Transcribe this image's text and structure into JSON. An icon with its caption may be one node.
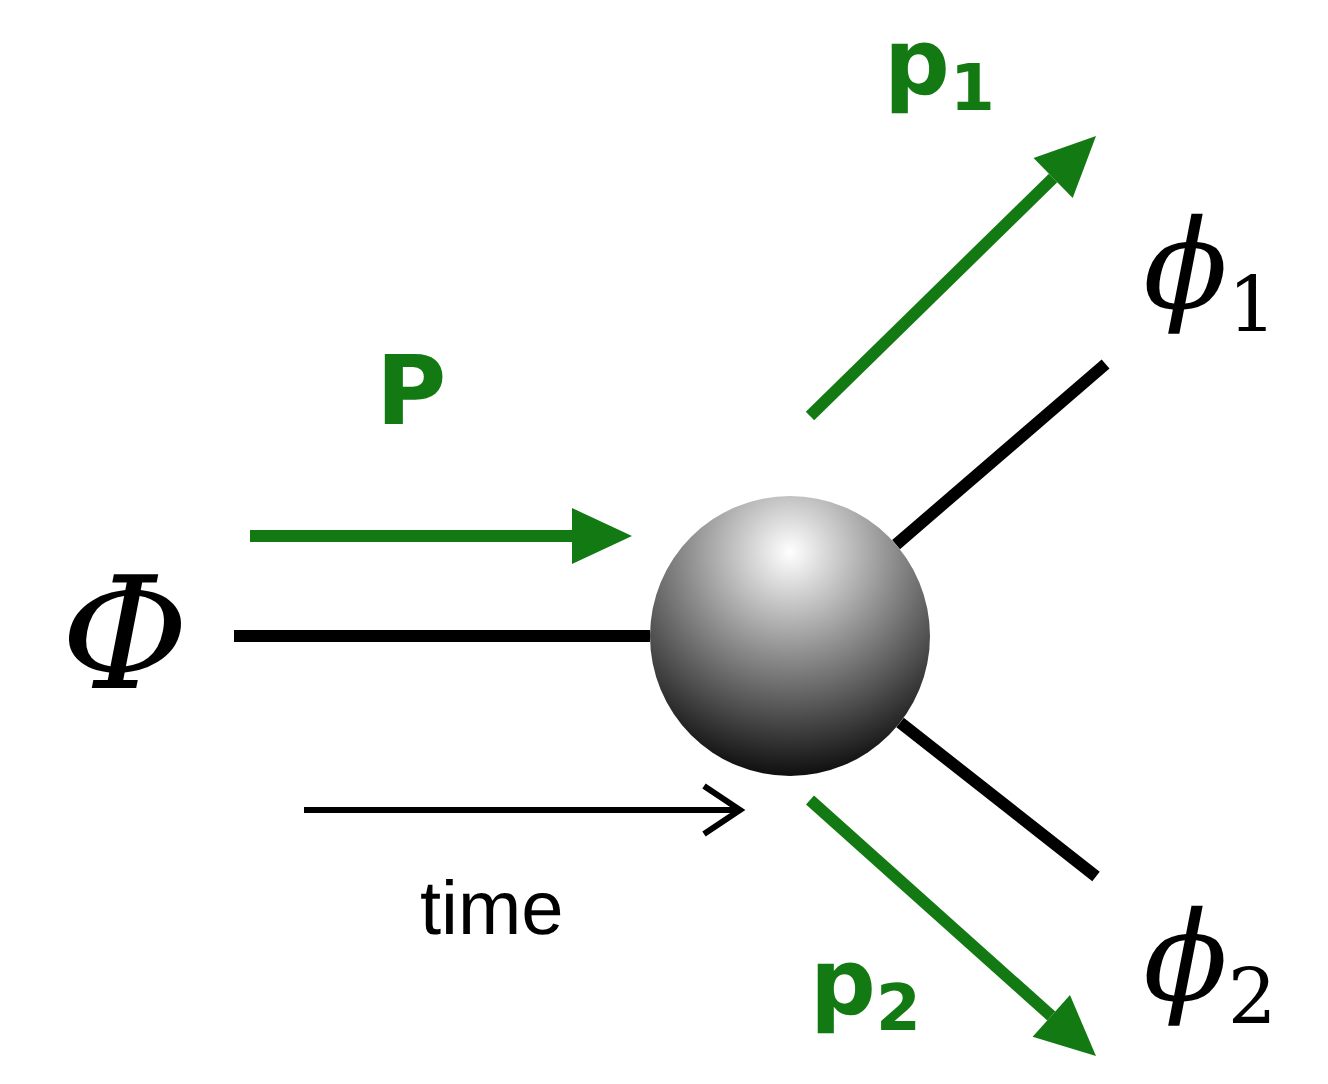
{
  "diagram": {
    "nodes": [
      {
        "text": [
          "Φ"
        ]
      },
      {
        "text": [],
        "shape": "circle"
      },
      {
        "text": [
          "ϕ$_{1}$"
        ]
      },
      {
        "text": [
          "ϕ$_{2}$"
        ]
      }
    ],
    "edges": [
      {
        "from": 0,
        "to": 1,
        "arrow": "none"
      },
      {
        "from": 1,
        "to": 2,
        "arrow": "none"
      },
      {
        "from": 1,
        "to": 3,
        "arrow": "none"
      }
    ],
    "labels": [
      "p$_{1}$",
      "P",
      "time",
      "p$_{2}$"
    ]
  }
}
